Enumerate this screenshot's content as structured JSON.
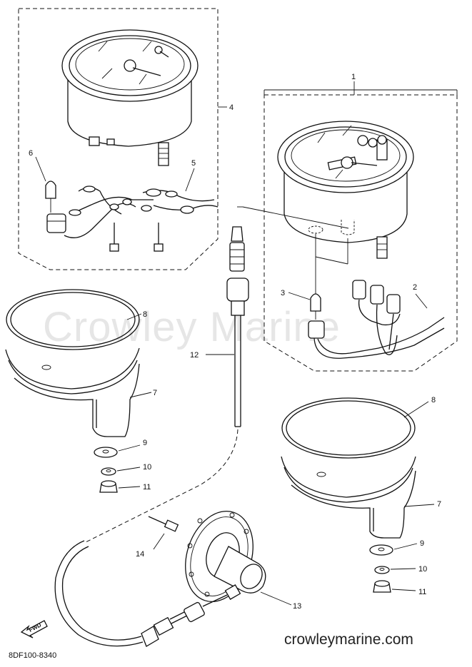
{
  "diagram": {
    "watermark": "Crowley Marine",
    "site": "crowleymarine.com",
    "code": "8DF100-8340",
    "fwd_label": "FWD",
    "callouts": {
      "c1": "1",
      "c2": "2",
      "c3": "3",
      "c4": "4",
      "c5": "5",
      "c6": "6",
      "c7a": "7",
      "c7b": "7",
      "c8a": "8",
      "c8b": "8",
      "c9a": "9",
      "c9b": "9",
      "c10a": "10",
      "c10b": "10",
      "c11a": "11",
      "c11b": "11",
      "c12": "12",
      "c13": "13",
      "c14": "14"
    }
  }
}
